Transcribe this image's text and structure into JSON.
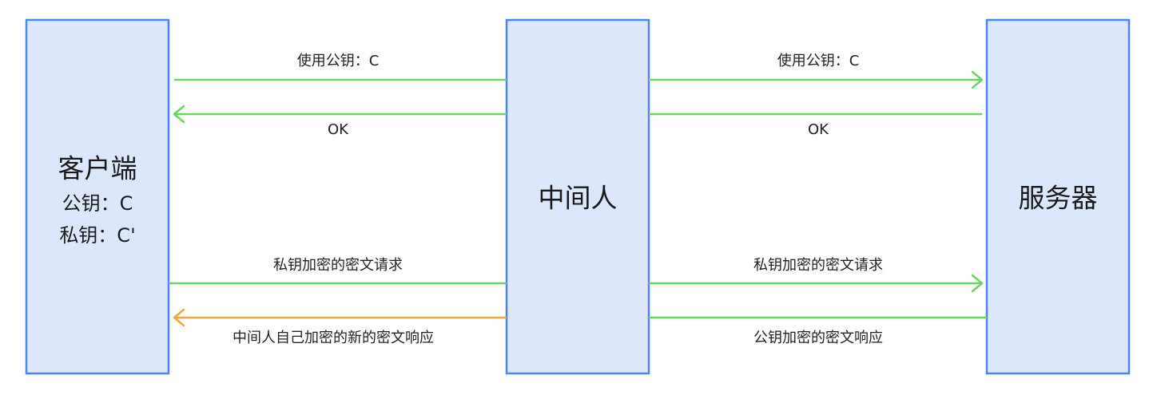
{
  "nodes": {
    "client": {
      "title": "客户端",
      "public_key": "公钥：C",
      "private_key": "私钥：C'"
    },
    "mitm": {
      "title": "中间人"
    },
    "server": {
      "title": "服务器"
    }
  },
  "messages": {
    "client_to_mitm_pubkey": "使用公钥：C",
    "mitm_to_server_pubkey": "使用公钥：C",
    "mitm_to_client_ok": "OK",
    "server_to_mitm_ok": "OK",
    "client_to_mitm_request": "私钥加密的密文请求",
    "mitm_to_server_request": "私钥加密的密文请求",
    "mitm_to_client_response": "中间人自己加密的新的密文响应",
    "server_to_mitm_response": "公钥加密的密文响应"
  },
  "colors": {
    "box_fill": "#dde7fb",
    "box_stroke": "#4f86ec",
    "arrow_green": "#6cd462",
    "arrow_orange": "#f1a640"
  }
}
